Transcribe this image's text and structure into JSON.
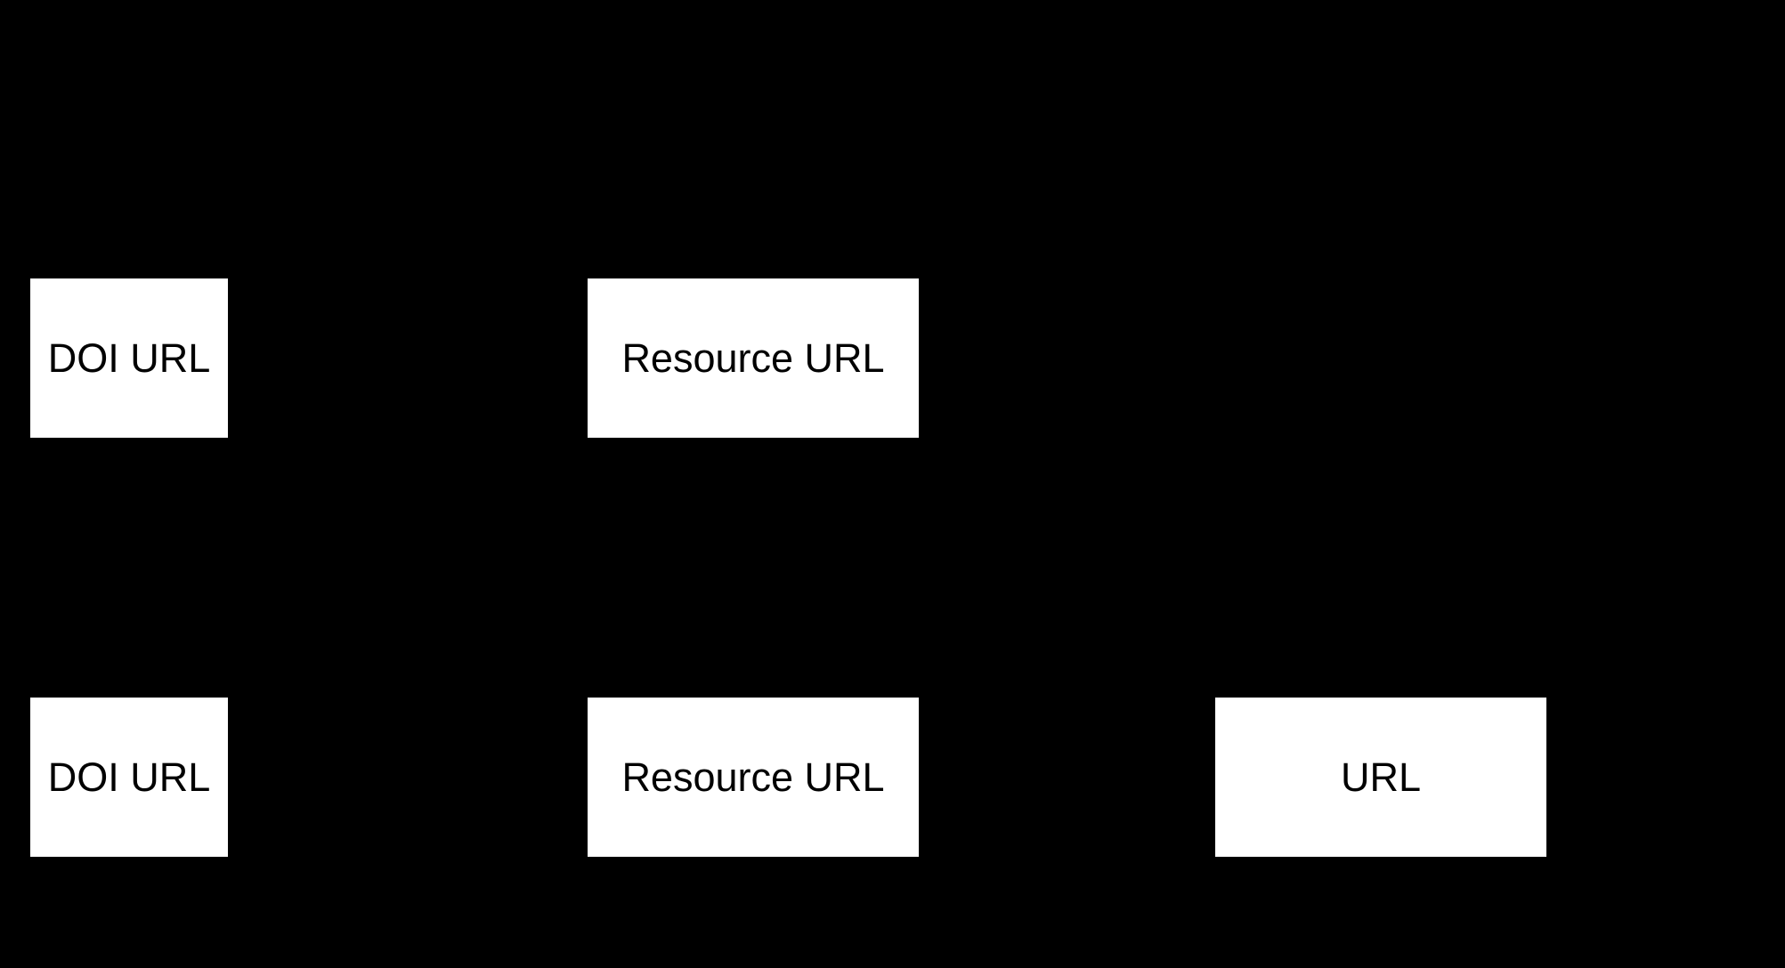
{
  "diagram": {
    "background_color": "#000000",
    "box_fill_color": "#ffffff",
    "box_text_color": "#000000",
    "rows": [
      {
        "boxes": [
          {
            "label": "DOI URL"
          },
          {
            "label": "Resource URL"
          }
        ]
      },
      {
        "boxes": [
          {
            "label": "DOI URL"
          },
          {
            "label": "Resource URL"
          },
          {
            "label": "URL"
          }
        ]
      }
    ]
  }
}
